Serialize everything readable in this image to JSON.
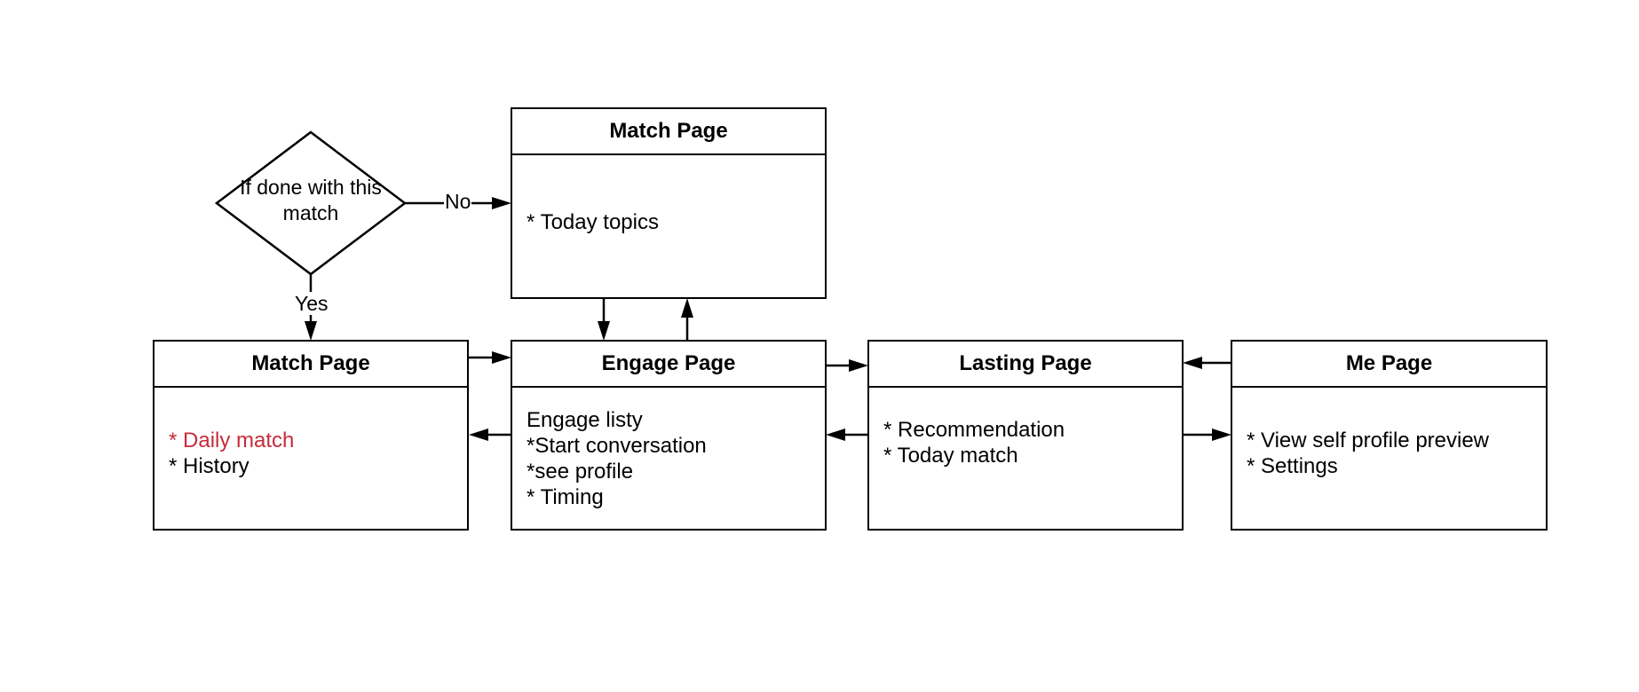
{
  "decision": {
    "text_line1": "If done with this",
    "text_line2": "match",
    "no_label": "No",
    "yes_label": "Yes"
  },
  "boxes": {
    "match_top": {
      "title": "Match Page",
      "items": [
        "* Today topics"
      ]
    },
    "match_left": {
      "title": "Match Page",
      "items": [
        "* Daily match",
        "* History"
      ],
      "highlight_color": "#c62b3a"
    },
    "engage": {
      "title": "Engage Page",
      "items": [
        "Engage listy",
        "*Start conversation",
        "*see profile",
        "* Timing"
      ]
    },
    "lasting": {
      "title": "Lasting Page",
      "items": [
        "* Recommendation",
        "* Today match"
      ]
    },
    "me": {
      "title": "Me Page",
      "items": [
        "* View self profile preview",
        "* Settings"
      ]
    }
  }
}
